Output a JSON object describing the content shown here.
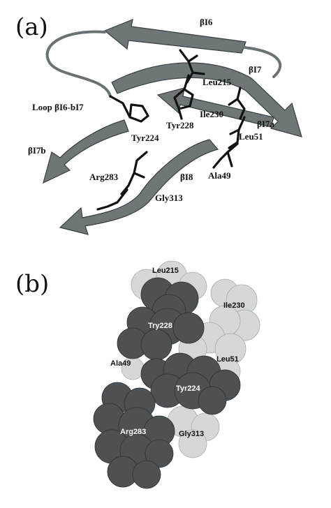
{
  "panels": {
    "a": {
      "letter": "(a)",
      "labels": {
        "b16": "βI6",
        "b17": "βI7",
        "leu215": "Leu215",
        "loop": "Loop βI6-bI7",
        "tyr228": "Tyr228",
        "ile230": "Ile230",
        "b17a": "βI7a",
        "tyr224": "Tyr224",
        "leu51": "Leu51",
        "b17b": "βI7b",
        "arg283": "Arg283",
        "b18": "βI8",
        "ala49": "Ala49",
        "gly313": "Gly313"
      }
    },
    "b": {
      "letter": "(b)",
      "labels": {
        "leu215": "Leu215",
        "ile230": "Ile230",
        "try228": "Try228",
        "ala49": "Ala49",
        "leu51": "Leu51",
        "tyr224": "Tyr224",
        "arg283": "Arg283",
        "gly313": "Gly313"
      }
    }
  },
  "colors": {
    "ribbon": "#6f7678",
    "stick": "#111111",
    "atom_dark": "#4d5153",
    "atom_light": "#d4d8d9"
  }
}
